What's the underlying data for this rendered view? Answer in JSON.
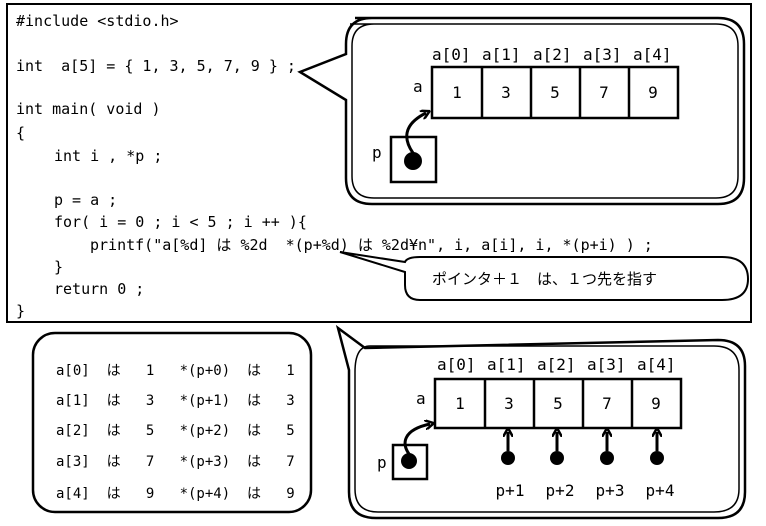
{
  "code": {
    "lines": [
      "#include <stdio.h>",
      "int  a[5] = { 1, 3, 5, 7, 9 } ;",
      "int main( void )",
      "{",
      "int i , *p ;",
      "p = a ;",
      "for( i = 0 ; i < 5 ; i ++ ){",
      "printf(\"a[%d] は %2d  *(p+%d) は %2d¥n\", i, a[i], i, *(p+i) ) ;",
      "}",
      "return 0 ;",
      "}"
    ]
  },
  "callout_note": "ポインタ＋１　は、１つ先を指す",
  "diagram_top": {
    "indices": [
      "a[0]",
      "a[1]",
      "a[2]",
      "a[3]",
      "a[4]"
    ],
    "values": [
      "1",
      "3",
      "5",
      "7",
      "9"
    ],
    "array_label": "a",
    "pointer_label": "p"
  },
  "diagram_bottom": {
    "indices": [
      "a[0]",
      "a[1]",
      "a[2]",
      "a[3]",
      "a[4]"
    ],
    "values": [
      "1",
      "3",
      "5",
      "7",
      "9"
    ],
    "array_label": "a",
    "pointer_label": "p",
    "offsets": [
      "p+1",
      "p+2",
      "p+3",
      "p+4"
    ]
  },
  "output": {
    "rows": [
      "a[0]  は   1   *(p+0)  は   1",
      "a[1]  は   3   *(p+1)  は   3",
      "a[2]  は   5   *(p+2)  は   5",
      "a[3]  は   7   *(p+3)  は   7",
      "a[4]  は   9   *(p+4)  は   9"
    ]
  }
}
